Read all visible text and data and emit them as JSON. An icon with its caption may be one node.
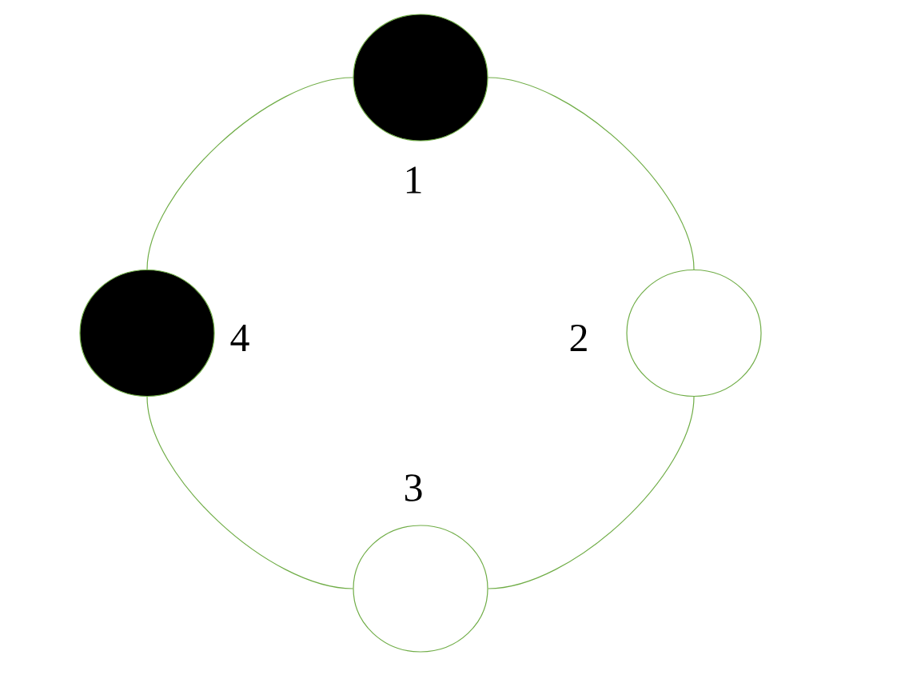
{
  "diagram": {
    "nodes": [
      {
        "text": [],
        "shape": "circle",
        "beside": [
          "1"
        ]
      },
      {
        "text": [],
        "shape": "circle",
        "beside": [
          "2"
        ]
      },
      {
        "text": [],
        "shape": "circle",
        "beside": [
          "3"
        ]
      },
      {
        "text": [],
        "shape": "circle",
        "beside": [
          "4"
        ]
      }
    ],
    "edges": [
      {
        "from": 0,
        "to": 1,
        "arrow": "none"
      },
      {
        "from": 1,
        "to": 2,
        "arrow": "none"
      },
      {
        "from": 2,
        "to": 3,
        "arrow": "none"
      },
      {
        "from": 3,
        "to": 0,
        "arrow": "none"
      }
    ]
  }
}
